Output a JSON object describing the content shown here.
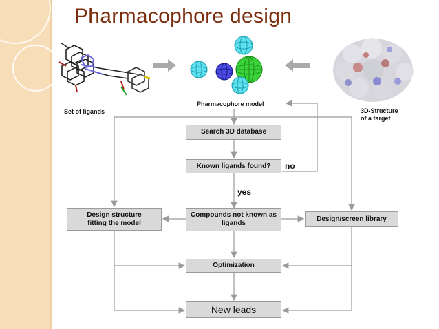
{
  "slide": {
    "title": "Pharmacophore design"
  },
  "images": {
    "ligands_caption": "Set of ligands",
    "model_caption": "Pharmacophore model",
    "target_caption_line1": "3D-Structure",
    "target_caption_line2": "of a target"
  },
  "flow": {
    "search": "Search 3D database",
    "known": "Known ligands found?",
    "no_label": "no",
    "yes_label": "yes",
    "design_structure_line1": "Design structure",
    "design_structure_line2": "fitting the model",
    "compounds_line1": "Compounds not known as",
    "compounds_line2": "ligands",
    "library": "Design/screen library",
    "optimization": "Optimization",
    "new_leads": "New leads"
  },
  "colors": {
    "title": "#7a2e0e",
    "sidebar": "#f7ddb8",
    "box": "#d9d9d9",
    "arrow": "#9a9a9a"
  }
}
